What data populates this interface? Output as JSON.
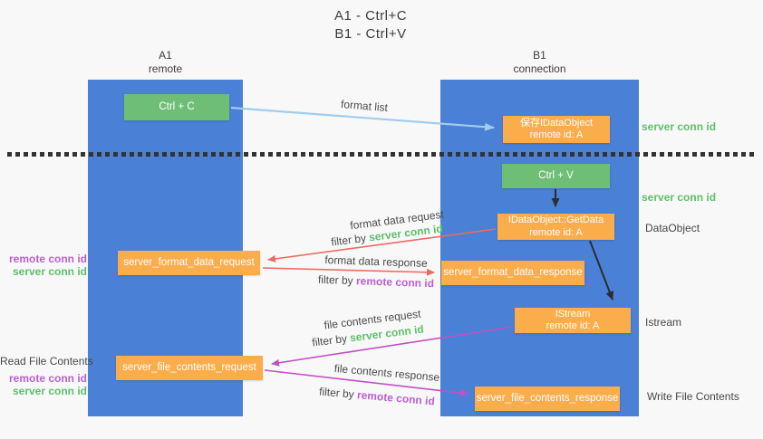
{
  "title": {
    "line1": "A1 - Ctrl+C",
    "line2": "B1 - Ctrl+V"
  },
  "columns": {
    "left": {
      "header_line1": "A1",
      "header_line2": "remote"
    },
    "right": {
      "header_line1": "B1",
      "header_line2": "connection"
    }
  },
  "nodes": {
    "ctrl_c": "Ctrl + C",
    "ctrl_v": "Ctrl + V",
    "save_dataobject": {
      "line1": "保存IDataObject",
      "line2": "remote id: A"
    },
    "getdata": {
      "line1": "IDataObject::GetData",
      "line2": "remote id: A"
    },
    "istream": {
      "line1": "IStream",
      "line2": "remote id: A"
    },
    "format_request": "server_format_data_request",
    "format_response": "server_format_data_response",
    "file_request": "server_file_contents_request",
    "file_response": "server_file_contents_response"
  },
  "labels": {
    "format_list": "format list",
    "format_data_request": "format data request",
    "format_data_response": "format data response",
    "file_contents_request": "file contents request",
    "file_contents_response": "file contents response",
    "filter_by": "filter by ",
    "server_conn_id": "server conn id",
    "remote_conn_id": "remote conn id",
    "dataobject": "DataObject",
    "istream": "Istream",
    "read_file_contents": "Read File Contents",
    "write_file_contents": "Write File Contents"
  },
  "colors": {
    "background": "#f8f8f8",
    "column_blue": "#4a80d5",
    "box_green": "#6fbe76",
    "box_orange": "#fbad4b",
    "arrow_lightblue": "#9fcdee",
    "arrow_black": "#2d2d2d",
    "arrow_red": "#ee6a60",
    "arrow_magenta": "#c050c6",
    "text_green": "#5fbf6a",
    "text_purple": "#bb5fd3",
    "text_dark": "#474747"
  }
}
